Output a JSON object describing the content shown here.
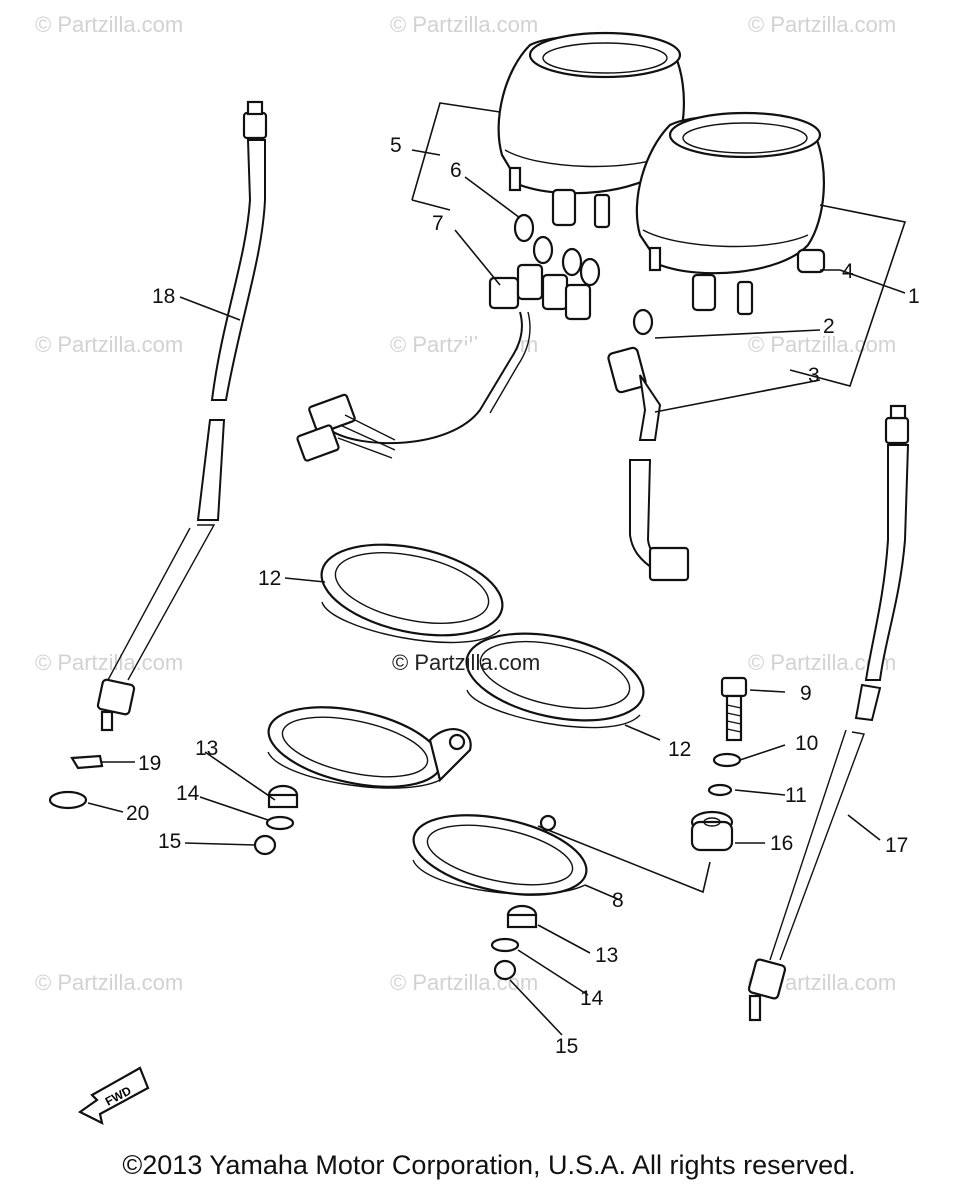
{
  "watermark_text": "© Partzilla.com",
  "center_watermark": "© Partzilla.com",
  "copyright": "©2013 Yamaha Motor Corporation, U.S.A. All rights reserved.",
  "fwd_label": "FWD",
  "callouts": {
    "c1": "1",
    "c2": "2",
    "c3": "3",
    "c4": "4",
    "c5": "5",
    "c6": "6",
    "c7": "7",
    "c8": "8",
    "c9": "9",
    "c10": "10",
    "c11": "11",
    "c12a": "12",
    "c12b": "12",
    "c13a": "13",
    "c13b": "13",
    "c14a": "14",
    "c14b": "14",
    "c15a": "15",
    "c15b": "15",
    "c16": "16",
    "c17": "17",
    "c18": "18",
    "c19": "19",
    "c20": "20"
  }
}
